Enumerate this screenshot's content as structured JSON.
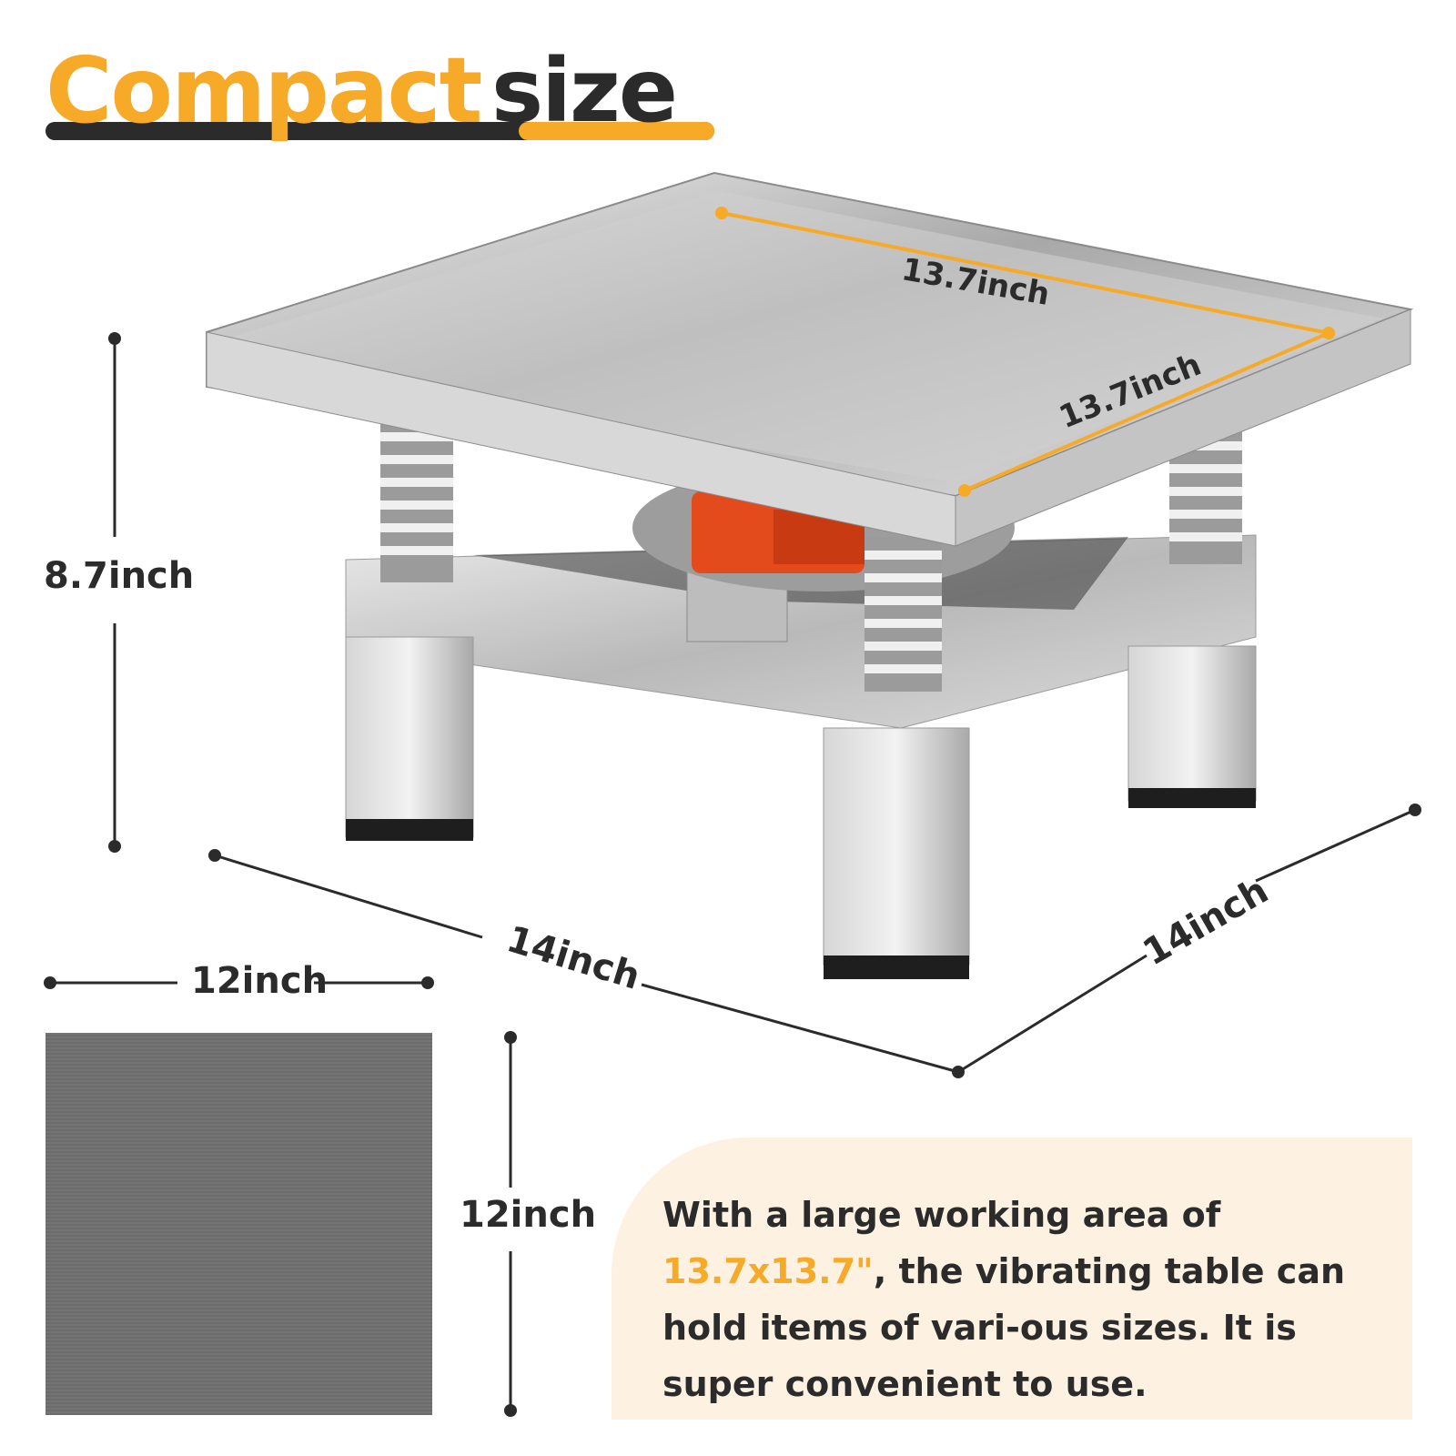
{
  "heading": {
    "word1": "Compact",
    "word2": "size"
  },
  "dimensions": {
    "tray_length": "13.7inch",
    "tray_width": "13.7inch",
    "height": "8.7inch",
    "base_front": "14inch",
    "base_side": "14inch",
    "mat_width": "12inch",
    "mat_height": "12inch"
  },
  "callout": {
    "before": "With a large working area of ",
    "highlight": "13.7x13.7\"",
    "after": ", the vibrating table can hold items of vari-ous sizes. It is super convenient to use."
  },
  "colors": {
    "accent": "#f7a928",
    "text": "#2b2b2b",
    "mat": "#707070",
    "callout_bg": "#fdf1e2"
  }
}
